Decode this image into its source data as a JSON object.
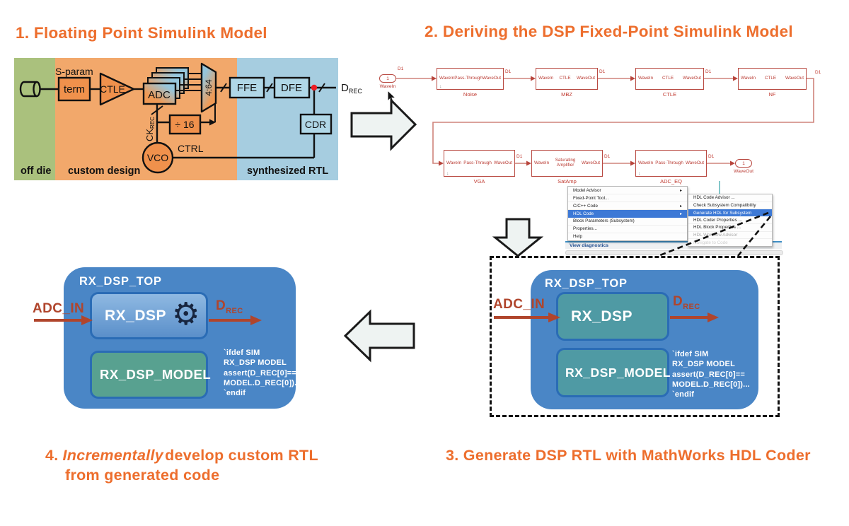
{
  "colors": {
    "accent_orange": "#ED6E2D",
    "offdie_green": "#AAC17D",
    "custom_orange": "#F2A86B",
    "rtl_blue": "#A6CDE0",
    "block_orange": "#F0914C",
    "block_blue": "#B0D7E7",
    "simulink_red": "#B94A42",
    "wire_salmon": "#CF837B",
    "junction_red": "#ED1C24",
    "menu_highlight_blue": "#3D79D6",
    "container_blue": "#4A86C6",
    "subsystem_teal": "#4F9AA4",
    "model_teal_green": "#58A190",
    "signal_arrow_red": "#B0452C"
  },
  "icons": {
    "down_arrow": "↓",
    "submenu_arrow": "▸",
    "gear": "⚙"
  },
  "q1": {
    "title": "1. Floating Point Simulink Model",
    "regions": {
      "off_die": "off die",
      "custom": "custom design",
      "rtl": "synthesized RTL"
    },
    "labels": {
      "sparam": "S-param",
      "term": "term",
      "ctle": "CTLE",
      "adc": "ADC",
      "mux": "4:64",
      "ffe": "FFE",
      "dfe": "DFE",
      "cdr": "CDR",
      "div16": "÷ 16",
      "vco": "VCO",
      "ctrl": "CTRL",
      "ck": "CK",
      "ck_sub": "REC",
      "drec": "D",
      "drec_sub": "REC"
    }
  },
  "q2": {
    "title": "2. Deriving the DSP Fixed-Point Simulink Model",
    "signal": "D1",
    "inport": {
      "num": "1",
      "label": "WaveIn"
    },
    "outport": {
      "num": "1",
      "label": "WaveOut"
    },
    "blocks": [
      {
        "in": "WaveIn",
        "center": "Pass-Through",
        "out": "WaveOut",
        "name": "Noise"
      },
      {
        "in": "WaveIn",
        "center": "CTLE",
        "out": "WaveOut",
        "name": "MBZ"
      },
      {
        "in": "WaveIn",
        "center": "CTLE",
        "out": "WaveOut",
        "name": "CTLE"
      },
      {
        "in": "WaveIn",
        "center": "CTLE",
        "out": "WaveOut",
        "name": "NF"
      },
      {
        "in": "WaveIn",
        "center": "Pass-Through",
        "out": "WaveOut",
        "name": "VGA"
      },
      {
        "in": "WaveIn",
        "center": "Saturating Amplifier",
        "out": "WaveOut",
        "name": "SatAmp"
      },
      {
        "in": "WaveIn",
        "center": "Pass-Through",
        "out": "WaveOut",
        "name": "ADC_EQ"
      }
    ],
    "menu": {
      "items": [
        "Model Advisor",
        "Fixed-Point Tool...",
        "C/C++ Code",
        "HDL Code",
        "Block Parameters (Subsystem)",
        "Properties...",
        "Help"
      ],
      "footer": "View diagnostics"
    },
    "submenu": {
      "items": [
        "HDL Code Advisor ...",
        "Check Subsystem Compatibility",
        "Generate HDL for Subsystem",
        "HDL Coder Properties ...",
        "HDL Block Properties ...",
        "HDL Workflow Advisor",
        "Navigate to Code"
      ]
    }
  },
  "q3": {
    "title": "3. Generate DSP RTL with MathWorks HDL Coder",
    "top_label": "RX_DSP_TOP",
    "dsp_label": "RX_DSP",
    "model_label": "RX_DSP_MODEL",
    "in_label": "ADC_IN",
    "out_label": "D",
    "out_sub": "REC",
    "code": "`ifdef SIM\nRX_DSP MODEL\nassert(D_REC[0]==\nMODEL.D_REC[0])...\n`endif"
  },
  "q4": {
    "caption_num": "4.",
    "caption_italic": "Incrementally",
    "caption_rest": "develop custom RTL",
    "caption_line2": "from generated code",
    "top_label": "RX_DSP_TOP",
    "dsp_label": "RX_DSP",
    "model_label": "RX_DSP_MODEL",
    "in_label": "ADC_IN",
    "out_label": "D",
    "out_sub": "REC",
    "code": "`ifdef SIM\nRX_DSP MODEL\nassert(D_REC[0]==\nMODEL.D_REC[0])...\n`endif"
  }
}
